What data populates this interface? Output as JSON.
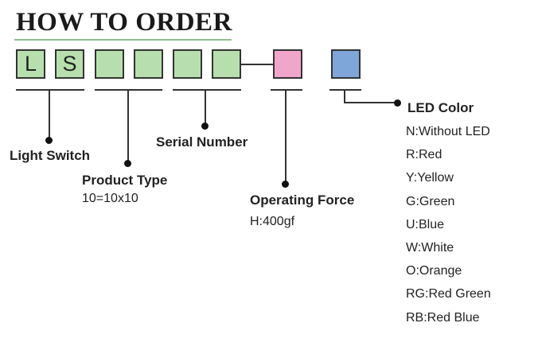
{
  "title": "HOW TO ORDER",
  "code_boxes": [
    {
      "letter": "L",
      "color": "#b7dfae"
    },
    {
      "letter": "S",
      "color": "#b7dfae"
    },
    {
      "letter": "",
      "color": "#b7dfae"
    },
    {
      "letter": "",
      "color": "#b7dfae"
    },
    {
      "letter": "",
      "color": "#b7dfae"
    },
    {
      "letter": "",
      "color": "#b7dfae"
    },
    {
      "letter": "",
      "color": "#f0a6cb"
    },
    {
      "letter": "",
      "color": "#7fa6d8"
    }
  ],
  "fields": {
    "light_switch": {
      "label": "Light Switch"
    },
    "product_type": {
      "label": "Product Type",
      "value": "10=10x10"
    },
    "serial_number": {
      "label": "Serial Number"
    },
    "operating_force": {
      "label": "Operating Force",
      "value": "H:400gf"
    },
    "led_color": {
      "label": "LED Color",
      "options": [
        "N:Without LED",
        "R:Red",
        "Y:Yellow",
        "G:Green",
        "U:Blue",
        "W:White",
        "O:Orange",
        "RG:Red Green",
        "RB:Red Blue"
      ]
    }
  }
}
